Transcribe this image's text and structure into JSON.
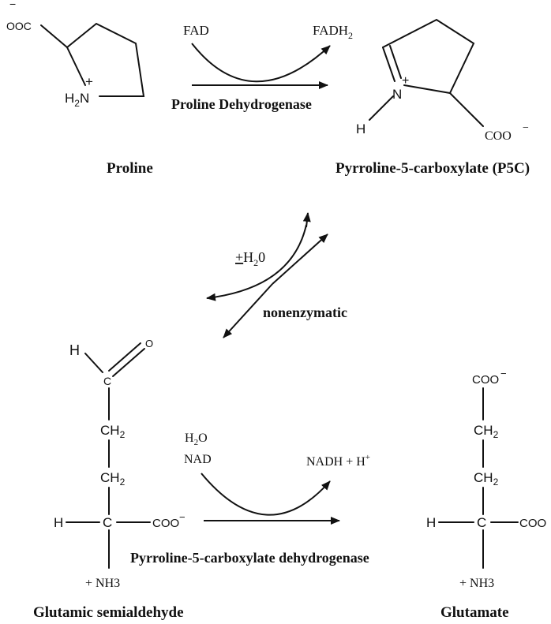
{
  "proline": {
    "carboxylate": "OOC",
    "minus": "−",
    "amine": "H",
    "amine_sub": "2",
    "amine_n": "N",
    "plus": "+",
    "name": "Proline"
  },
  "step1": {
    "cofactor_in": "FAD",
    "cofactor_out": "FADH",
    "cofactor_out_sub": "2",
    "enzyme": "Proline Dehydrogenase"
  },
  "p5c": {
    "n": "N",
    "plus": "+",
    "h": "H",
    "carboxylate": "COO",
    "minus": "−",
    "name": "Pyrroline-5-carboxylate (P5C)"
  },
  "step2": {
    "water_sign": "+",
    "water": "H",
    "water_sub": "2",
    "water_o": "0",
    "label": "nonenzymatic"
  },
  "gsa": {
    "h": "H",
    "o": "O",
    "c": "C",
    "ch2_1": "CH",
    "ch2_1_sub": "2",
    "ch2_2": "CH",
    "ch2_2_sub": "2",
    "h_alpha": "H",
    "c_alpha": "C",
    "carboxylate": "COO",
    "minus": "−",
    "amine": "+ NH3",
    "name": "Glutamic semialdehyde"
  },
  "step3": {
    "water": "H",
    "water_sub": "2",
    "water_o": "O",
    "cofactor_in": "NAD",
    "cofactor_out": "NADH + H",
    "cofactor_out_sup": "+",
    "enzyme": "Pyrroline-5-carboxylate dehydrogenase"
  },
  "glutamate": {
    "carboxylate_top": "COO",
    "minus": "−",
    "ch2_1": "CH",
    "ch2_1_sub": "2",
    "ch2_2": "CH",
    "ch2_2_sub": "2",
    "h_alpha": "H",
    "c_alpha": "C",
    "carboxylate": "COO",
    "amine": "+ NH3",
    "name": "Glutamate"
  }
}
